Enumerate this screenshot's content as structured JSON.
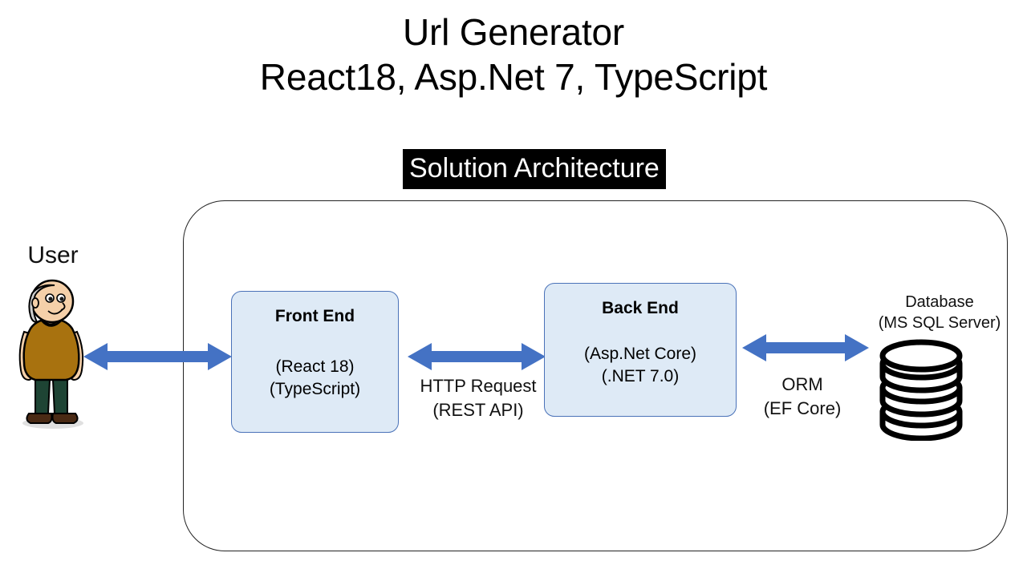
{
  "slide": {
    "title_line1": "Url Generator",
    "title_line2": "React18, Asp.Net 7, TypeScript",
    "section_banner": "Solution Architecture"
  },
  "actor": {
    "label": "User",
    "icon": "person-avatar-icon"
  },
  "nodes": [
    {
      "id": "frontend",
      "title": "Front End",
      "sub1": "(React 18)",
      "sub2": "(TypeScript)"
    },
    {
      "id": "backend",
      "title": "Back End",
      "sub1": "(Asp.Net Core)",
      "sub2": "(.NET 7.0)"
    }
  ],
  "database": {
    "caption1": "Database",
    "caption2": "(MS SQL Server)",
    "icon": "database-cylinder-icon"
  },
  "connections": [
    {
      "id": "user-to-frontend",
      "label1": "",
      "label2": "",
      "icon": "double-arrow-icon"
    },
    {
      "id": "frontend-to-backend",
      "label1": "HTTP Request",
      "label2": "(REST API)",
      "icon": "double-arrow-icon"
    },
    {
      "id": "backend-to-database",
      "label1": "ORM",
      "label2": "(EF Core)",
      "icon": "double-arrow-icon"
    }
  ],
  "colors": {
    "arrow_blue": "#4472C4",
    "node_fill": "#DEEAF6",
    "node_border": "#4A72B8",
    "banner_bg": "#000000",
    "banner_text": "#FFFFFF",
    "boundary_border": "#222222",
    "shirt": "#A8720F",
    "pants": "#1E4434",
    "shoes": "#4A2A14",
    "skin": "#F5D0A9",
    "hair": "#CFCFCF"
  }
}
